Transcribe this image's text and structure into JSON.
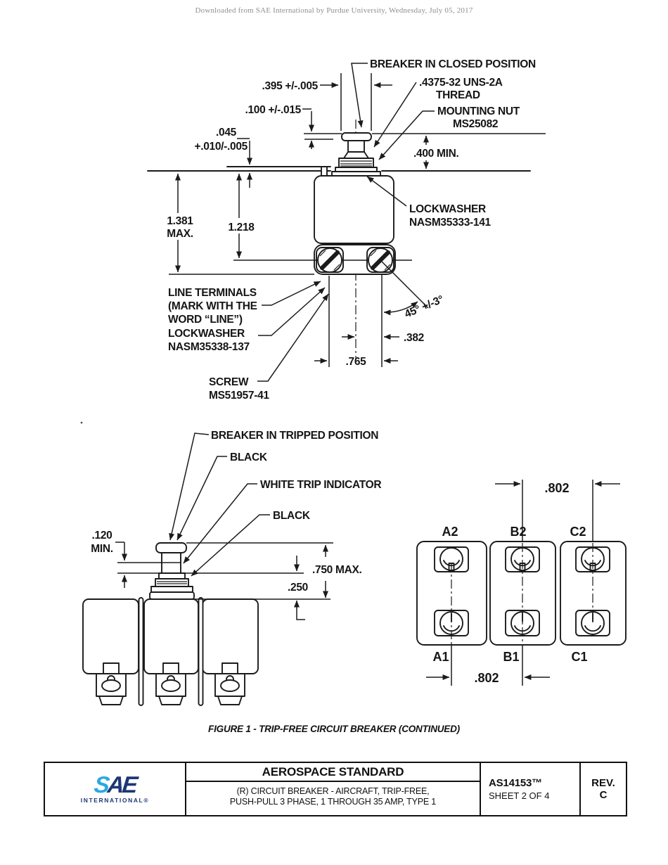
{
  "header": {
    "watermark": "Downloaded from SAE International by Purdue University, Wednesday, July 05, 2017"
  },
  "figure": {
    "caption": "FIGURE 1 - TRIP-FREE CIRCUIT BREAKER (CONTINUED)",
    "closed_view": {
      "callouts": {
        "position": "BREAKER IN CLOSED POSITION",
        "thread_1": ".4375-32 UNS-2A",
        "thread_2": "THREAD",
        "nut_1": "MOUNTING NUT",
        "nut_2": "MS25082",
        "lockwasher_upper_1": "LOCKWASHER",
        "lockwasher_upper_2": "NASM35333-141",
        "line_terminals_1": "LINE TERMINALS",
        "line_terminals_2": "(MARK WITH THE",
        "line_terminals_3": "WORD “LINE”)",
        "lockwasher_lower_1": "LOCKWASHER",
        "lockwasher_lower_2": "NASM35338-137",
        "screw_1": "SCREW",
        "screw_2": "MS51957-41"
      },
      "dims": {
        "knob_width": ".395 +/-.005",
        "step": ".100 +/-.015",
        "panel_1": ".045",
        "panel_2": "+.010/-.005",
        "bushing": ".400 MIN.",
        "overall_1": "1.381",
        "overall_2": "MAX.",
        "body": "1.218",
        "angle": "45° +/-3°",
        "offset": ".382",
        "spacing": ".765"
      }
    },
    "tripped_view": {
      "callouts": {
        "position": "BREAKER IN TRIPPED POSITION",
        "black_upper": "BLACK",
        "white_indicator": "WHITE TRIP INDICATOR",
        "black_lower": "BLACK"
      },
      "dims": {
        "clearance_1": ".120",
        "clearance_2": "MIN.",
        "button_height": ".750 MAX.",
        "band": ".250"
      }
    },
    "bottom_view": {
      "labels": {
        "a2": "A2",
        "b2": "B2",
        "c2": "C2",
        "a1": "A1",
        "b1": "B1",
        "c1": "C1"
      },
      "dims": {
        "spacing_top": ".802",
        "spacing_bottom": ".802"
      }
    }
  },
  "title_block": {
    "logo": {
      "part1": "S",
      "part2": "AE",
      "subtext": "INTERNATIONAL®"
    },
    "standard_type": "AEROSPACE STANDARD",
    "title_1": "(R) CIRCUIT BREAKER - AIRCRAFT, TRIP-FREE,",
    "title_2": "PUSH-PULL 3 PHASE, 1 THROUGH 35 AMP, TYPE 1",
    "document_number": "AS14153™",
    "sheet": "SHEET 2 OF 4",
    "revision_label": "REV.",
    "revision": "C"
  },
  "colors": {
    "ink": "#1b1b1b",
    "watermark": "#8f8f8f",
    "sae_light_blue": "#2aa9e0",
    "sae_dark_blue": "#1c3775",
    "paper": "#ffffff"
  }
}
